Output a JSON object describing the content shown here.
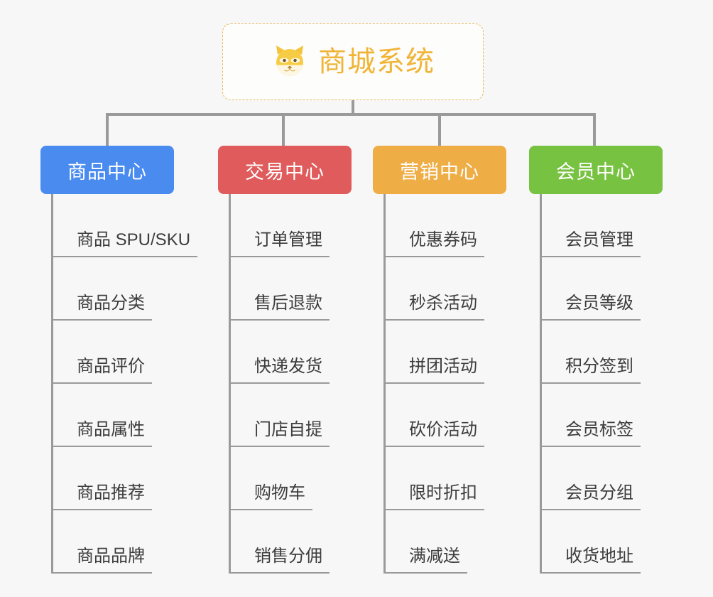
{
  "diagram": {
    "title": "商城系统",
    "root": {
      "label": "商城系统",
      "icon": "shiba-inu-face-icon",
      "border_color": "#e8b95c",
      "text_color": "#f0b537",
      "background": "#fdfdfc"
    },
    "connector_color": "#9a9a9a",
    "canvas_background": "#f7f7f7",
    "branches": [
      {
        "label": "商品中心",
        "color": "#4a8bf0",
        "items": [
          "商品 SPU/SKU",
          "商品分类",
          "商品评价",
          "商品属性",
          "商品推荐",
          "商品品牌"
        ]
      },
      {
        "label": "交易中心",
        "color": "#e05b5b",
        "items": [
          "订单管理",
          "售后退款",
          "快递发货",
          "门店自提",
          "购物车",
          "销售分佣"
        ]
      },
      {
        "label": "营销中心",
        "color": "#eead45",
        "items": [
          "优惠券码",
          "秒杀活动",
          "拼团活动",
          "砍价活动",
          "限时折扣",
          "满减送"
        ]
      },
      {
        "label": "会员中心",
        "color": "#78c242",
        "items": [
          "会员管理",
          "会员等级",
          "积分签到",
          "会员标签",
          "会员分组",
          "收货地址"
        ]
      }
    ]
  }
}
